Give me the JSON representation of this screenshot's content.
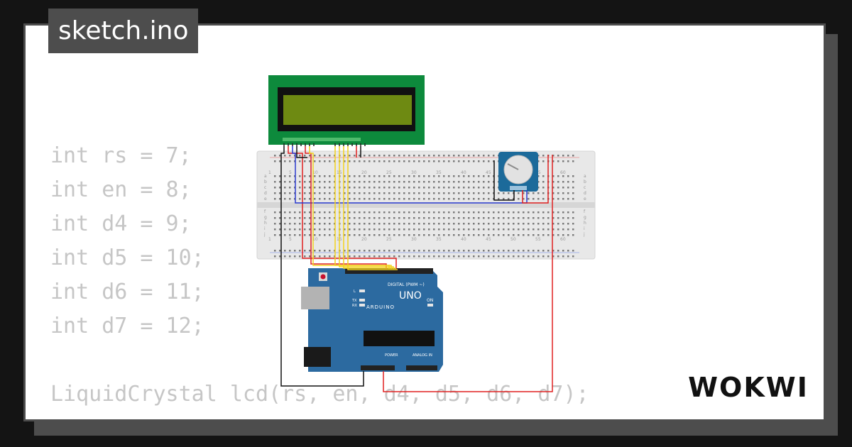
{
  "sketch": {
    "filename": "sketch.ino"
  },
  "code": {
    "lines": [
      "int rs = 7;",
      "int en = 8;",
      "int d4 = 9;",
      "int d5 = 10;",
      "int d6 = 11;",
      "int d7 = 12;",
      "",
      "LiquidCrystal lcd(rs, en, d4, d5, d6, d7);"
    ]
  },
  "brand": {
    "name": "WOKWI"
  },
  "board": {
    "model": "UNO",
    "maker": "ARDUINO",
    "on_label": "ON",
    "digital_label": "DIGITAL (PWM ~)",
    "analog_label": "ANALOG IN",
    "power_label": "POWER",
    "l_label": "L",
    "tx_label": "TX",
    "rx_label": "RX"
  },
  "breadboard": {
    "column_numbers": [
      "1",
      "5",
      "10",
      "15",
      "20",
      "25",
      "30",
      "35",
      "40",
      "45",
      "50",
      "55",
      "60"
    ],
    "row_letters_top": [
      "a",
      "b",
      "c",
      "d",
      "e"
    ],
    "row_letters_bottom": [
      "f",
      "g",
      "h",
      "i",
      "j"
    ]
  },
  "colors": {
    "background": "#141414",
    "frame": "#4d4d4d",
    "card": "#ffffff",
    "code_text": "#c6c6c6",
    "lcd_board": "#0d8a3c",
    "lcd_screen": "#6e8a12",
    "arduino": "#2c6aa0",
    "potentiometer": "#1c6a9a",
    "wire_red": "#e02020",
    "wire_black": "#111111",
    "wire_blue": "#2a3bd0",
    "wire_yellow": "#f2d21c"
  }
}
